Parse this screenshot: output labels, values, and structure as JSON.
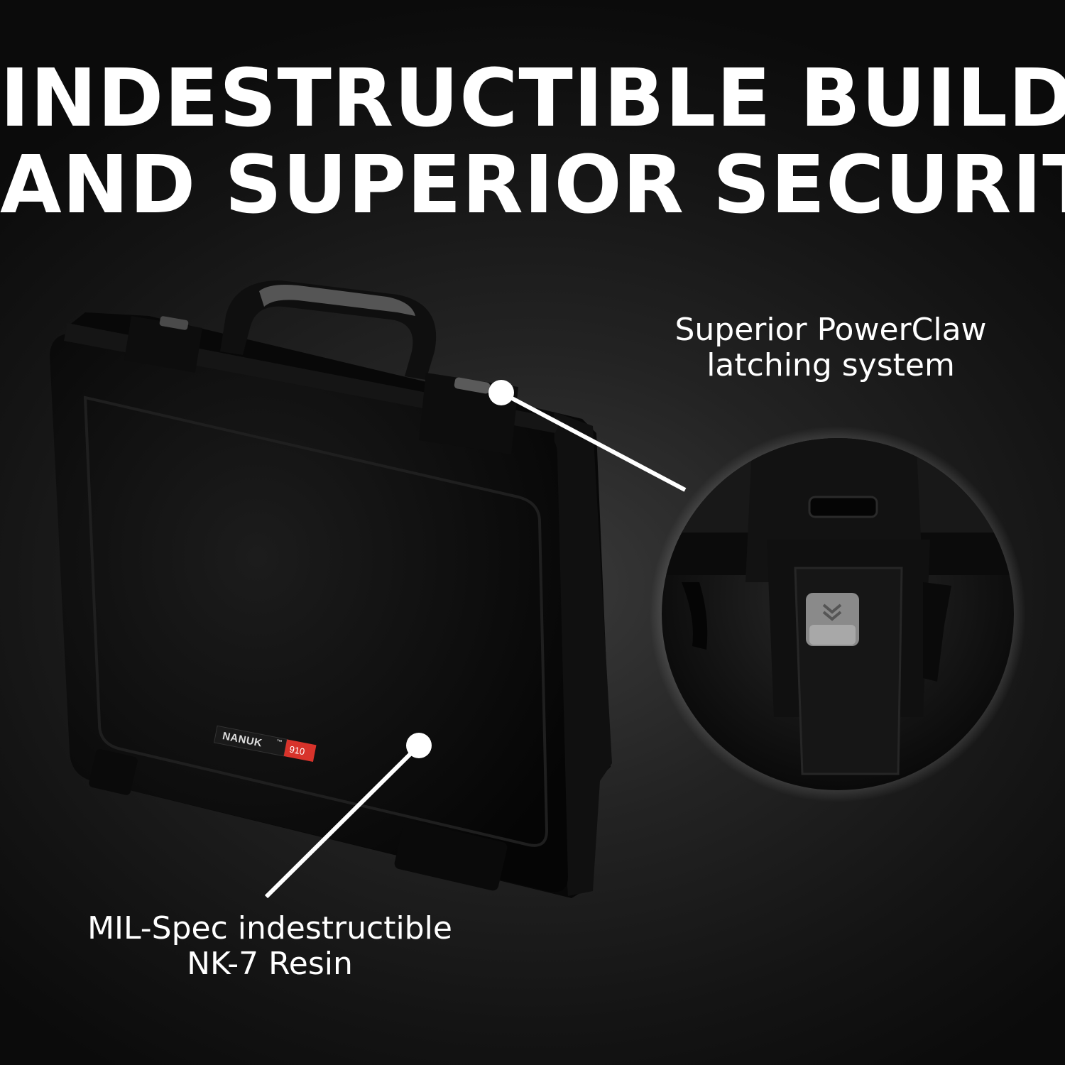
{
  "headline": {
    "line1": "INDESTRUCTIBLE BUILD",
    "line2": "AND SUPERIOR SECURITY"
  },
  "callouts": {
    "latch": {
      "line1": "Superior PowerClaw",
      "line2": "latching system"
    },
    "resin": {
      "line1": "MIL-Spec indestructible",
      "line2": "NK-7 Resin"
    }
  },
  "product": {
    "brand": "NANUK",
    "trademark": "™",
    "model": "910"
  },
  "colors": {
    "background": "#141414",
    "case": "#0c0c0c",
    "text": "#ffffff",
    "model_badge": "#d8332b",
    "handle_grip": "#555555"
  }
}
